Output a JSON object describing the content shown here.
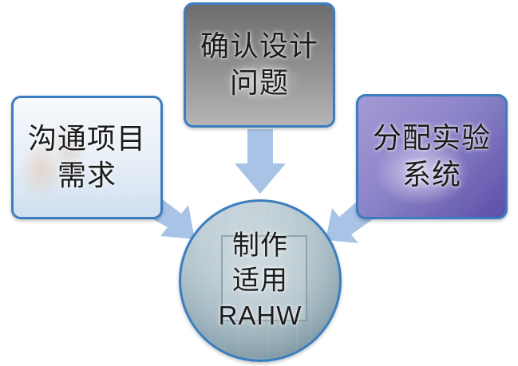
{
  "diagram": {
    "nodes": {
      "left": {
        "line1": "沟通项目",
        "line2": "需求"
      },
      "top": {
        "line1": "确认设计",
        "line2": "问题"
      },
      "right": {
        "line1": "分配实验",
        "line2": "系统"
      },
      "center": {
        "line1": "制作",
        "line2": "适用",
        "line3": "RAHW"
      }
    },
    "colors": {
      "node_border": "#3a7dc0",
      "arrow_fill": "#a9c3e6"
    }
  }
}
